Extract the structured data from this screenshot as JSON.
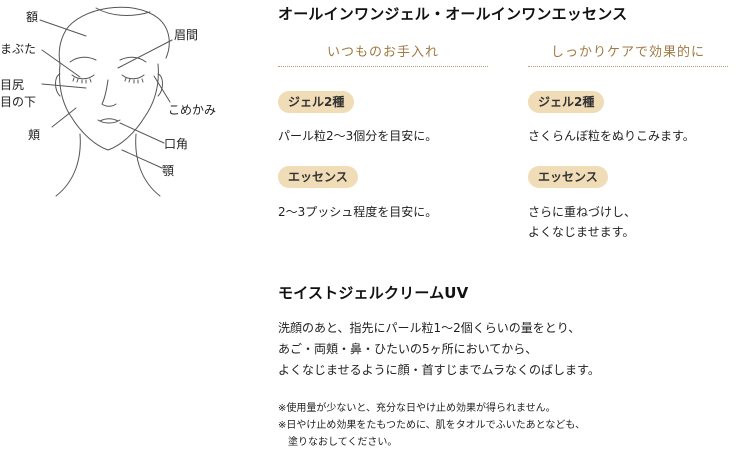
{
  "face_labels": {
    "hitai": "額",
    "mabuta": "まぶた",
    "mejiri": "目尻",
    "menoshita": "目の下",
    "hoho": "頬",
    "miken": "眉間",
    "komekami": "こめかみ",
    "koukaku": "口角",
    "ago": "顎"
  },
  "section1": {
    "title": "オールインワンジェル・オールインワンエッセンス",
    "col_left": {
      "heading": "いつものお手入れ",
      "gel_pill": "ジェル2種",
      "gel_desc": "パール粒2〜3個分を目安に。",
      "essence_pill": "エッセンス",
      "essence_desc": "2〜3プッシュ程度を目安に。"
    },
    "col_right": {
      "heading": "しっかりケアで効果的に",
      "gel_pill": "ジェル2種",
      "gel_desc": "さくらんぼ粒をぬりこみます。",
      "essence_pill": "エッセンス",
      "essence_desc": "さらに重ねづけし、\nよくなじませます。"
    }
  },
  "section2": {
    "title": "モイストジェルクリームUV",
    "body": "洗顔のあと、指先にパール粒1〜2個くらいの量をとり、\nあご・両頬・鼻・ひたいの5ヶ所においてから、\nよくなじませるように顔・首すじまでムラなくのばします。",
    "notes": "※使用量が少ないと、充分な日やけ止め効果が得られません。\n※日やけ止め効果をたもつために、肌をタオルでふいたあとなども、\n　塗りなおしてください。"
  },
  "colors": {
    "accent_text": "#a07a43",
    "pill_bg": "#f0dcb6"
  }
}
